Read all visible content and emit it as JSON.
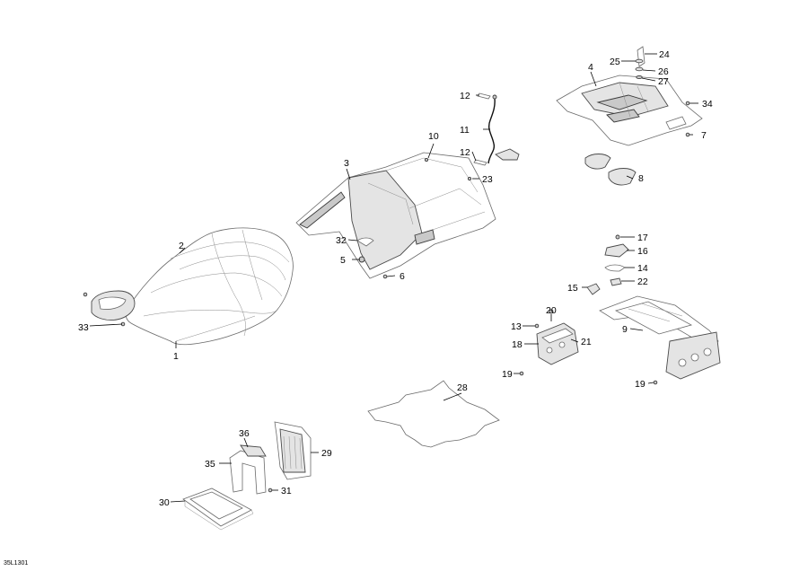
{
  "diagram": {
    "reference": "35L1301",
    "callouts": [
      {
        "id": "c1",
        "text": "1"
      },
      {
        "id": "c2",
        "text": "2"
      },
      {
        "id": "c3",
        "text": "3"
      },
      {
        "id": "c4",
        "text": "4"
      },
      {
        "id": "c5",
        "text": "5"
      },
      {
        "id": "c6",
        "text": "6"
      },
      {
        "id": "c7",
        "text": "7"
      },
      {
        "id": "c8",
        "text": "8"
      },
      {
        "id": "c9",
        "text": "9"
      },
      {
        "id": "c10",
        "text": "10"
      },
      {
        "id": "c11",
        "text": "11"
      },
      {
        "id": "c12a",
        "text": "12"
      },
      {
        "id": "c12b",
        "text": "12"
      },
      {
        "id": "c13",
        "text": "13"
      },
      {
        "id": "c14",
        "text": "14"
      },
      {
        "id": "c15",
        "text": "15"
      },
      {
        "id": "c16",
        "text": "16"
      },
      {
        "id": "c17",
        "text": "17"
      },
      {
        "id": "c18",
        "text": "18"
      },
      {
        "id": "c19a",
        "text": "19"
      },
      {
        "id": "c19b",
        "text": "19"
      },
      {
        "id": "c20",
        "text": "20"
      },
      {
        "id": "c21",
        "text": "21"
      },
      {
        "id": "c22",
        "text": "22"
      },
      {
        "id": "c23",
        "text": "23"
      },
      {
        "id": "c24",
        "text": "24"
      },
      {
        "id": "c25",
        "text": "25"
      },
      {
        "id": "c26",
        "text": "26"
      },
      {
        "id": "c27",
        "text": "27"
      },
      {
        "id": "c28",
        "text": "28"
      },
      {
        "id": "c29",
        "text": "29"
      },
      {
        "id": "c30",
        "text": "30"
      },
      {
        "id": "c31",
        "text": "31"
      },
      {
        "id": "c32",
        "text": "32"
      },
      {
        "id": "c33",
        "text": "33"
      },
      {
        "id": "c34",
        "text": "34"
      },
      {
        "id": "c35",
        "text": "35"
      },
      {
        "id": "c36",
        "text": "36"
      }
    ]
  }
}
